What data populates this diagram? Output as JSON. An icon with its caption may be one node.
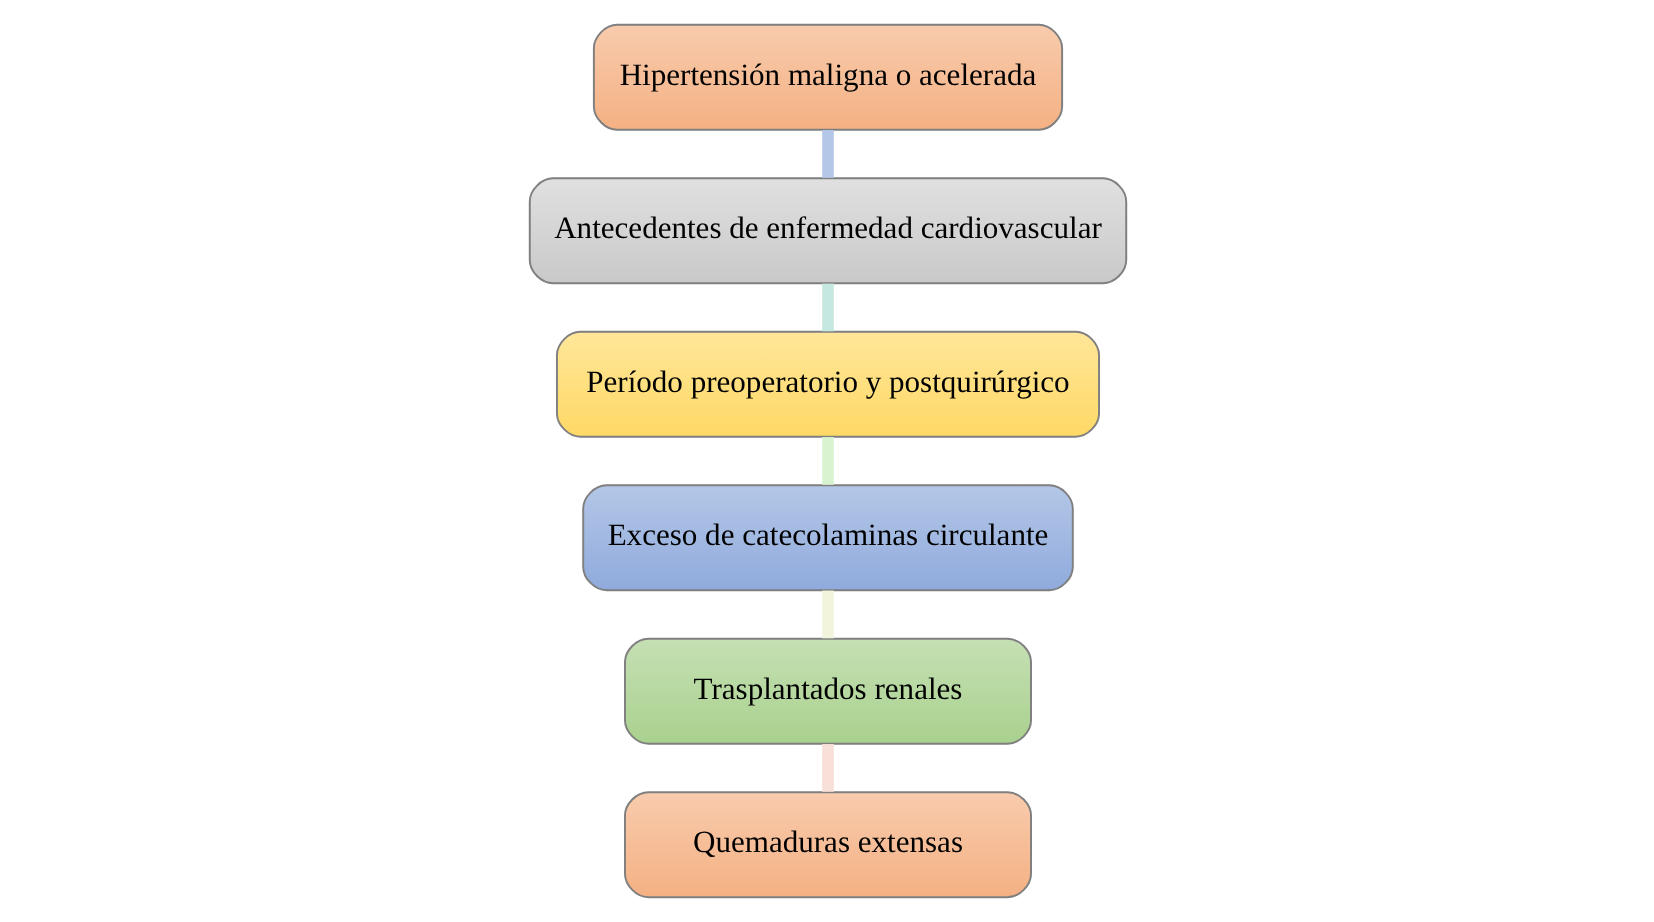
{
  "diagram": {
    "nodes": [
      {
        "text": [
          "Hipertensión maligna o acelerada"
        ]
      },
      {
        "text": [
          "Antecedentes de enfermedad cardiovascular"
        ]
      },
      {
        "text": [
          "Período preoperatorio y postquirúrgico"
        ]
      },
      {
        "text": [
          "Exceso de catecolaminas circulante"
        ]
      },
      {
        "text": [
          "Trasplantados renales"
        ]
      },
      {
        "text": [
          "Quemaduras extensas"
        ]
      }
    ],
    "edges": [
      {
        "from": 0,
        "to": 1,
        "arrow": "none",
        "color": "#b4c7e7"
      },
      {
        "from": 1,
        "to": 2,
        "arrow": "none",
        "color": "#c5e8e0"
      },
      {
        "from": 2,
        "to": 3,
        "arrow": "none",
        "color": "#d9f2d0"
      },
      {
        "from": 3,
        "to": 4,
        "arrow": "none",
        "color": "#f2f5dc"
      },
      {
        "from": 4,
        "to": 5,
        "arrow": "none",
        "color": "#f8e0d8"
      }
    ]
  }
}
